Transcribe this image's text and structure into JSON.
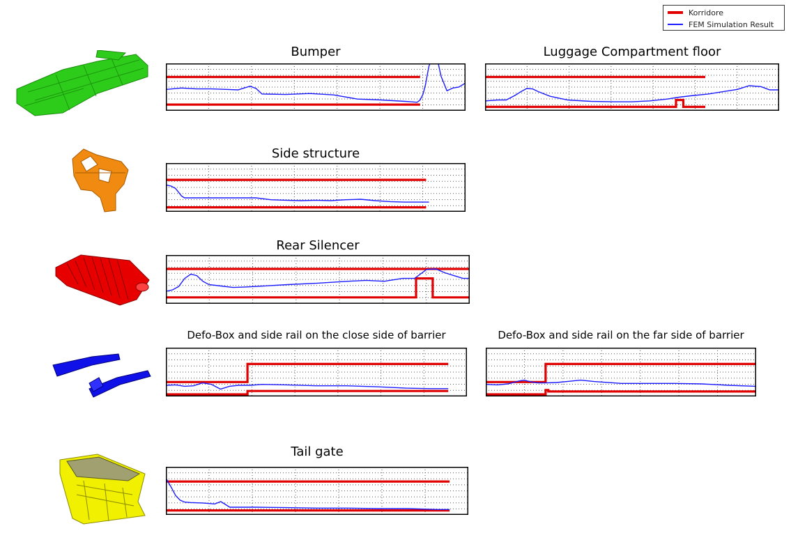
{
  "legend": {
    "korridore": "Korridore",
    "fem": "FEM Simulation Result",
    "colors": {
      "korridore": "#e00000",
      "fem": "#1a1aff"
    }
  },
  "parts": [
    {
      "name": "bumper-part-image",
      "color": "#2ecc1a"
    },
    {
      "name": "side-structure-part-image",
      "color": "#f08a10"
    },
    {
      "name": "rear-silencer-part-image",
      "color": "#e60000"
    },
    {
      "name": "defo-box-part-image",
      "color": "#1010e8"
    },
    {
      "name": "tail-gate-part-image",
      "color": "#f0f000"
    }
  ],
  "chart_data": [
    {
      "type": "line",
      "title": "Bumper",
      "xlim": [
        0,
        100
      ],
      "ylim": [
        0,
        100
      ],
      "series": [
        {
          "name": "Korridore upper",
          "kind": "korridore",
          "x": [
            0,
            85
          ],
          "y": [
            72,
            72
          ]
        },
        {
          "name": "Korridore lower",
          "kind": "korridore",
          "x": [
            0,
            85
          ],
          "y": [
            12,
            12
          ]
        },
        {
          "name": "FEM Simulation Result",
          "kind": "fem",
          "x": [
            0,
            5,
            10,
            15,
            20,
            24,
            26,
            28,
            30,
            32,
            40,
            48,
            56,
            64,
            72,
            80,
            82,
            84,
            85,
            86,
            86.8,
            87.5,
            88,
            88.5,
            89,
            90,
            91,
            92,
            94,
            96,
            98,
            100
          ],
          "y": [
            45,
            48,
            46,
            46,
            45,
            44,
            48,
            52,
            47,
            35,
            34,
            36,
            33,
            24,
            22,
            19,
            18,
            17,
            22,
            35,
            55,
            80,
            96,
            104,
            104,
            104,
            104,
            74,
            42,
            48,
            50,
            58
          ]
        }
      ]
    },
    {
      "type": "line",
      "title": "Luggage Compartment floor",
      "xlim": [
        0,
        100
      ],
      "ylim": [
        0,
        100
      ],
      "series": [
        {
          "name": "Korridore upper",
          "kind": "korridore",
          "x": [
            0,
            75
          ],
          "y": [
            72,
            72
          ]
        },
        {
          "name": "Korridore lower",
          "kind": "korridore",
          "x": [
            0,
            65,
            65,
            67.5,
            67.5,
            75
          ],
          "y": [
            7,
            7,
            22,
            22,
            7,
            7
          ]
        },
        {
          "name": "FEM Simulation Result",
          "kind": "fem",
          "x": [
            0,
            4,
            7,
            10,
            12,
            14,
            16,
            18,
            22,
            28,
            36,
            44,
            50,
            56,
            62,
            66,
            70,
            76,
            82,
            86,
            90,
            94,
            97,
            100
          ],
          "y": [
            20,
            22,
            22,
            32,
            40,
            47,
            46,
            40,
            30,
            22,
            19,
            18,
            18,
            20,
            24,
            28,
            31,
            35,
            41,
            45,
            53,
            51,
            44,
            44
          ]
        }
      ]
    },
    {
      "type": "line",
      "title": "Side structure",
      "xlim": [
        0,
        100
      ],
      "ylim": [
        0,
        100
      ],
      "series": [
        {
          "name": "Korridore upper",
          "kind": "korridore",
          "x": [
            0,
            87
          ],
          "y": [
            66,
            66
          ]
        },
        {
          "name": "Korridore lower",
          "kind": "korridore",
          "x": [
            0,
            87
          ],
          "y": [
            8,
            8
          ]
        },
        {
          "name": "FEM Simulation Result",
          "kind": "fem",
          "x": [
            0,
            1.5,
            3,
            4,
            5,
            6,
            10,
            15,
            20,
            25,
            30,
            35,
            40,
            45,
            50,
            55,
            60,
            65,
            70,
            75,
            80,
            85,
            88
          ],
          "y": [
            55,
            53,
            48,
            40,
            32,
            28,
            28,
            28,
            28,
            28,
            28,
            24,
            23,
            22,
            23,
            22,
            24,
            25,
            22,
            20,
            19,
            19,
            19
          ]
        }
      ]
    },
    {
      "type": "line",
      "title": "Rear Silencer",
      "xlim": [
        0,
        100
      ],
      "ylim": [
        0,
        100
      ],
      "series": [
        {
          "name": "Korridore upper",
          "kind": "korridore",
          "x": [
            0,
            100
          ],
          "y": [
            72,
            72
          ]
        },
        {
          "name": "Korridore lower",
          "kind": "korridore",
          "x": [
            0,
            82.5,
            82.5,
            88,
            88,
            100
          ],
          "y": [
            12,
            12,
            52,
            52,
            12,
            12
          ]
        },
        {
          "name": "FEM Simulation Result",
          "kind": "fem",
          "x": [
            0,
            2,
            4,
            6,
            8,
            10,
            12,
            14,
            18,
            22,
            26,
            32,
            40,
            50,
            60,
            66,
            72,
            78,
            82,
            86,
            89,
            92,
            95,
            98,
            100
          ],
          "y": [
            25,
            28,
            35,
            52,
            61,
            58,
            46,
            39,
            36,
            33,
            34,
            36,
            39,
            42,
            46,
            48,
            46,
            52,
            52,
            71,
            72,
            64,
            58,
            52,
            52
          ]
        }
      ]
    },
    {
      "type": "line",
      "title": "Defo-Box and side rail on the close side of barrier",
      "xlim": [
        0,
        100
      ],
      "ylim": [
        0,
        100
      ],
      "series": [
        {
          "name": "Korridore upper",
          "kind": "korridore",
          "x": [
            0,
            27,
            27,
            94
          ],
          "y": [
            29,
            29,
            67,
            67
          ]
        },
        {
          "name": "Korridore lower",
          "kind": "korridore",
          "x": [
            0,
            27,
            27,
            94
          ],
          "y": [
            3,
            3,
            10,
            10
          ]
        },
        {
          "name": "FEM Simulation Result",
          "kind": "fem",
          "x": [
            0,
            3,
            6,
            9,
            12,
            15,
            18,
            21,
            24,
            28,
            32,
            40,
            50,
            60,
            70,
            80,
            88,
            94
          ],
          "y": [
            22,
            23,
            20,
            21,
            27,
            24,
            14,
            20,
            22,
            22,
            24,
            23,
            21,
            21,
            19,
            16,
            15,
            15
          ]
        }
      ]
    },
    {
      "type": "line",
      "title": "Defo-Box and side rail on the far side of barrier",
      "xlim": [
        0,
        100
      ],
      "ylim": [
        0,
        100
      ],
      "series": [
        {
          "name": "Korridore upper",
          "kind": "korridore",
          "x": [
            0,
            22,
            22,
            100
          ],
          "y": [
            29,
            29,
            67,
            67
          ]
        },
        {
          "name": "Korridore lower",
          "kind": "korridore",
          "x": [
            0,
            22,
            22,
            23,
            23,
            100
          ],
          "y": [
            3,
            3,
            12,
            12,
            9,
            9
          ]
        },
        {
          "name": "FEM Simulation Result",
          "kind": "fem",
          "x": [
            0,
            4,
            8,
            12,
            14,
            16,
            19,
            22,
            26,
            30,
            35,
            40,
            50,
            60,
            70,
            80,
            90,
            100
          ],
          "y": [
            24,
            23,
            25,
            31,
            33,
            30,
            27,
            27,
            28,
            30,
            33,
            30,
            26,
            26,
            26,
            25,
            22,
            20
          ]
        }
      ]
    },
    {
      "type": "line",
      "title": "Tail gate",
      "xlim": [
        0,
        100
      ],
      "ylim": [
        0,
        100
      ],
      "series": [
        {
          "name": "Korridore upper",
          "kind": "korridore",
          "x": [
            0,
            94
          ],
          "y": [
            70,
            70
          ]
        },
        {
          "name": "Korridore lower",
          "kind": "korridore",
          "x": [
            0,
            94
          ],
          "y": [
            8,
            8
          ]
        },
        {
          "name": "FEM Simulation Result",
          "kind": "fem",
          "x": [
            0,
            1.5,
            3,
            4.5,
            6,
            8,
            12,
            16,
            18,
            19.5,
            21,
            23,
            30,
            40,
            50,
            60,
            70,
            80,
            90,
            94
          ],
          "y": [
            75,
            58,
            40,
            30,
            26,
            25,
            24,
            22,
            27,
            21,
            15,
            15,
            15,
            14,
            13,
            13,
            12,
            12,
            10,
            10
          ]
        }
      ]
    }
  ]
}
